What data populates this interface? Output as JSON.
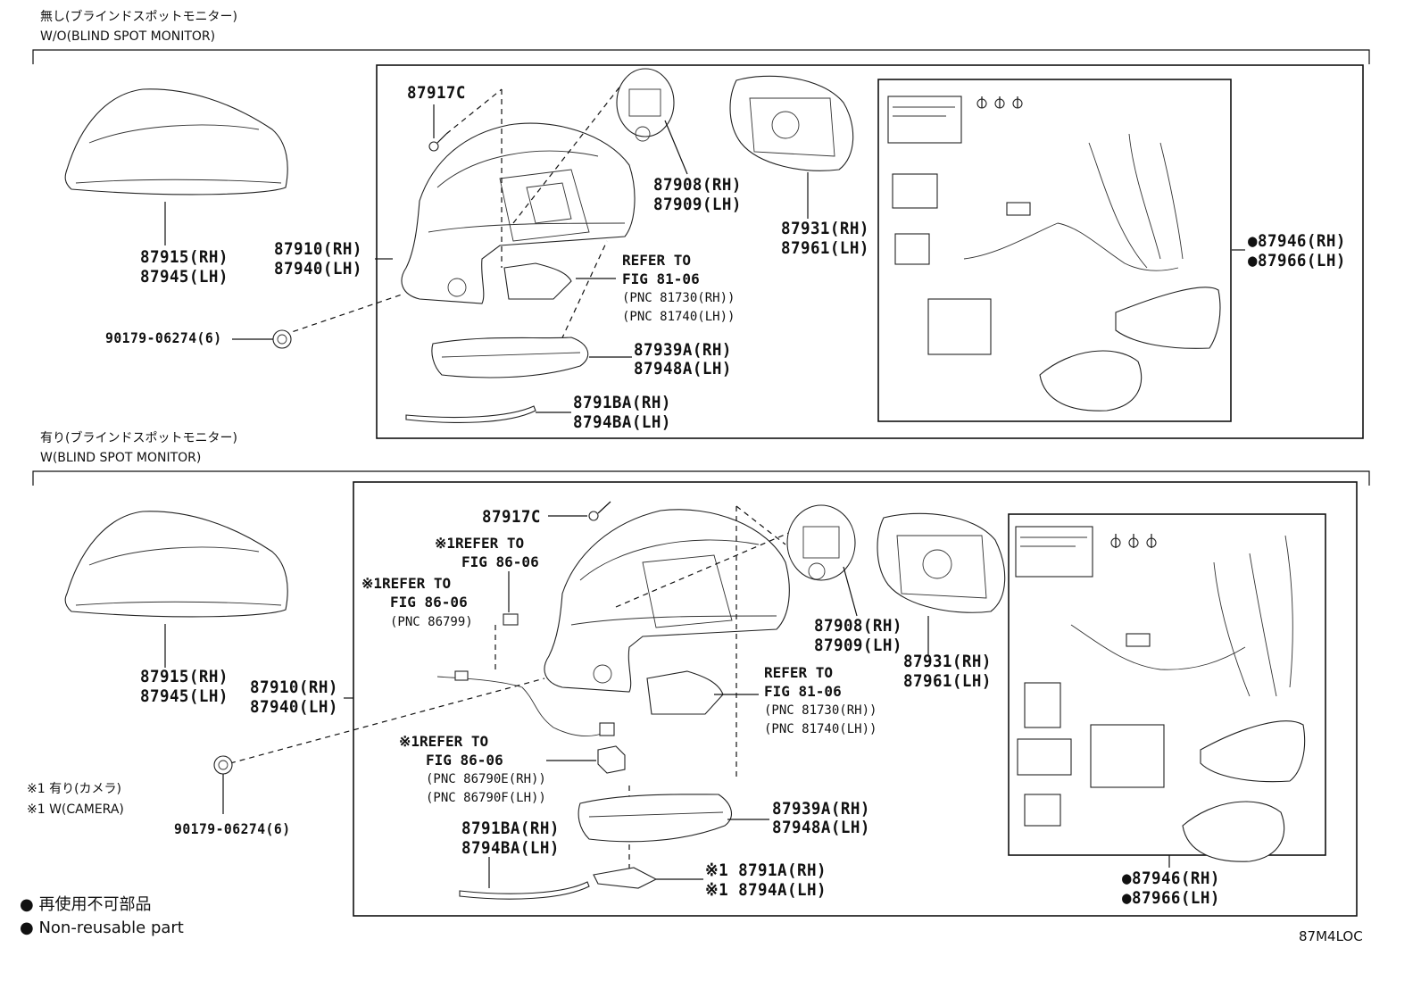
{
  "sections": {
    "top": {
      "header_jp": "無し(ブラインドスポットモニター)",
      "header_en": "W/O(BLIND SPOT MONITOR)"
    },
    "bottom": {
      "header_jp": "有り(ブラインドスポットモニター)",
      "header_en": "W(BLIND SPOT MONITOR)"
    }
  },
  "top_labels": {
    "p87917c": "87917C",
    "cover_rh": "87915(RH)",
    "cover_lh": "87945(LH)",
    "mirror_rh": "87910(RH)",
    "mirror_lh": "87940(LH)",
    "clip": "90179-06274(6)",
    "actuator_rh": "87908(RH)",
    "actuator_lh": "87909(LH)",
    "glass_rh": "87931(RH)",
    "glass_lh": "87961(LH)",
    "kit_rh": "87946(RH)",
    "kit_lh": "87966(LH)",
    "refer": "REFER TO",
    "fig": "FIG 81-06",
    "pnc1": "(PNC 81730(RH))",
    "pnc2": "(PNC 81740(LH))",
    "lamp_rh": "87939A(RH)",
    "lamp_lh": "87948A(LH)",
    "garnish_rh": "8791BA(RH)",
    "garnish_lh": "8794BA(LH)"
  },
  "bottom_labels": {
    "p87917c": "87917C",
    "refer1a": "※1REFER TO",
    "fig1a": "FIG 86-06",
    "refer1b": "※1REFER TO",
    "fig1b": "FIG 86-06",
    "pnc86799": "(PNC 86799)",
    "cover_rh": "87915(RH)",
    "cover_lh": "87945(LH)",
    "mirror_rh": "87910(RH)",
    "mirror_lh": "87940(LH)",
    "actuator_rh": "87908(RH)",
    "actuator_lh": "87909(LH)",
    "glass_rh": "87931(RH)",
    "glass_lh": "87961(LH)",
    "refer2": "REFER TO",
    "fig2": "FIG 81-06",
    "pnc1": "(PNC 81730(RH))",
    "pnc2": "(PNC 81740(LH))",
    "refer3": "※1REFER TO",
    "fig3": "FIG 86-06",
    "pnc3": "(PNC 86790E(RH))",
    "pnc4": "(PNC 86790F(LH))",
    "lamp_rh": "87939A(RH)",
    "lamp_lh": "87948A(LH)",
    "garnish_rh": "8791BA(RH)",
    "garnish_lh": "8794BA(LH)",
    "cam_rh": "※1 8791A(RH)",
    "cam_lh": "※1 8794A(LH)",
    "clip": "90179-06274(6)",
    "kit_rh": "87946(RH)",
    "kit_lh": "87966(LH)"
  },
  "notes": {
    "camera_jp": "※1 有り(カメラ)",
    "camera_en": "※1 W(CAMERA)"
  },
  "legend": {
    "jp": "再使用不可部品",
    "en": "Non-reusable part",
    "bullet": "●"
  },
  "figure_code": "87M4LOC"
}
